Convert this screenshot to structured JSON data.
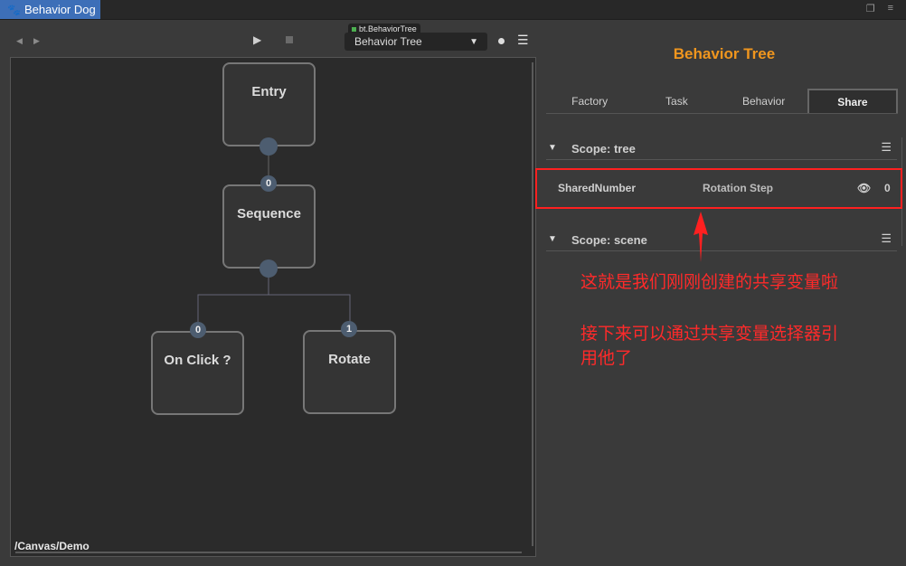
{
  "window": {
    "tab_title": "Behavior Dog"
  },
  "toolbar": {
    "tree_tag": "bt.BehaviorTree",
    "selected_tree": "Behavior Tree"
  },
  "canvas": {
    "path": "/Canvas/Demo",
    "nodes": {
      "entry": "Entry",
      "sequence": "Sequence",
      "onclick": "On Click ?",
      "rotate": "Rotate"
    },
    "ports": {
      "sequence_in": "0",
      "onclick_in": "0",
      "rotate_in": "1"
    }
  },
  "panel": {
    "title": "Behavior Tree",
    "tabs": [
      "Factory",
      "Task",
      "Behavior",
      "Share"
    ],
    "active_tab": "Share",
    "scopes": [
      {
        "name": "Scope: tree",
        "variables": [
          {
            "name": "SharedNumber",
            "type": "Rotation Step",
            "value": "0"
          }
        ]
      },
      {
        "name": "Scope: scene",
        "variables": []
      }
    ]
  },
  "annotation": {
    "line1": "这就是我们刚刚创建的共享变量啦",
    "line2": "接下来可以通过共享变量选择器引",
    "line3": "用他了"
  },
  "colors": {
    "accent": "#f0961e",
    "highlight": "#ff2020",
    "tab_active": "#3d6fb8"
  }
}
